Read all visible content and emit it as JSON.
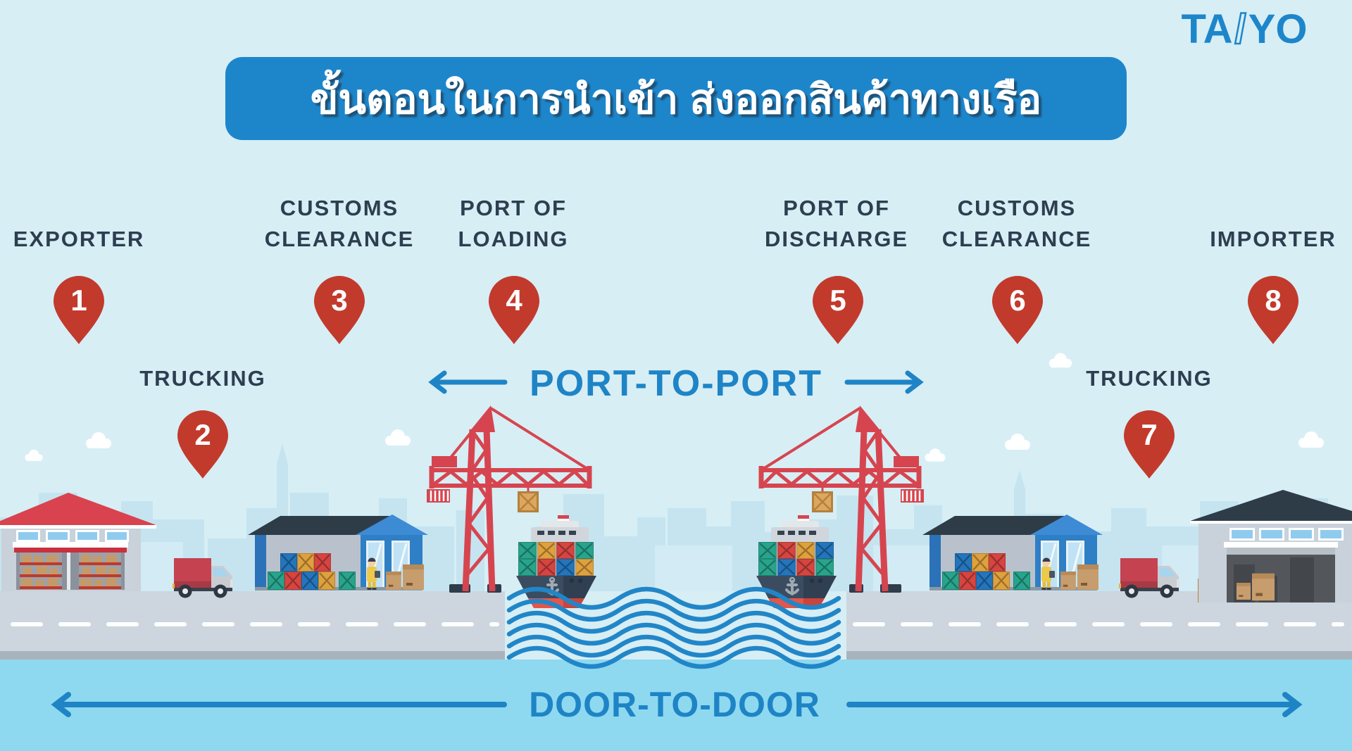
{
  "brand": {
    "logo_left": "TA",
    "logo_slash": "/",
    "logo_right": "YO"
  },
  "title": "ขั้นตอนในการนำเข้า ส่งออกสินค้าทางเรือ",
  "steps": [
    {
      "number": "1",
      "label": "EXPORTER"
    },
    {
      "number": "2",
      "label": "TRUCKING"
    },
    {
      "number": "3",
      "label": "CUSTOMS CLEARANCE"
    },
    {
      "number": "4",
      "label": "PORT OF LOADING"
    },
    {
      "number": "5",
      "label": "PORT OF DISCHARGE"
    },
    {
      "number": "6",
      "label": "CUSTOMS CLEARANCE"
    },
    {
      "number": "7",
      "label": "TRUCKING"
    },
    {
      "number": "8",
      "label": "IMPORTER"
    }
  ],
  "routes": {
    "port_to_port": "PORT-TO-PORT",
    "door_to_door": "DOOR-TO-DOOR"
  },
  "colors": {
    "sky": "#d7eef5",
    "banner_blue": "#1d86cb",
    "label_navy": "#2d3e50",
    "pin_red": "#c23a2c",
    "route_blue": "#1e84c6",
    "crane_red": "#d6454f",
    "sea": "#8ed9f0",
    "road": "#cdd5de",
    "container_teal": "#28a48c",
    "container_red": "#d64541",
    "container_blue": "#2475bc",
    "container_orange": "#dfa13e"
  }
}
